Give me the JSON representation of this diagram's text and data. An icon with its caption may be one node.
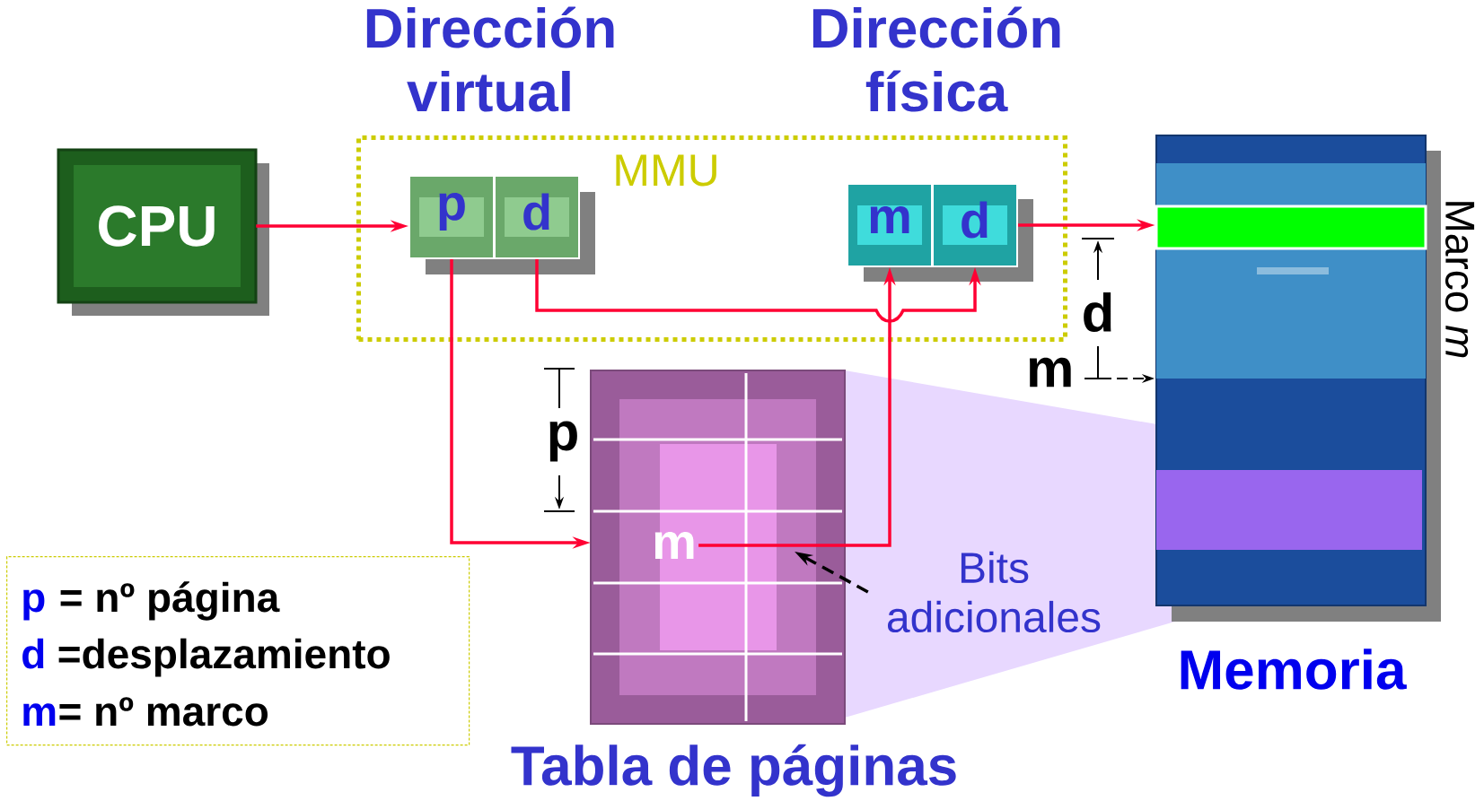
{
  "diagram": {
    "nodes": [
      {
        "text": [
          "CPU"
        ]
      },
      {
        "text": [
          "MMU"
        ]
      },
      {
        "text": [
          "p"
        ],
        "in": 1
      },
      {
        "text": [
          "d"
        ],
        "in": 1
      },
      {
        "text": [
          "m"
        ],
        "in": 1
      },
      {
        "text": [
          "d"
        ],
        "in": 1
      },
      {
        "text": [
          "Tabla de páginas"
        ]
      },
      {
        "text": [
          "m"
        ],
        "in": 6
      },
      {
        "text": [
          "Memoria",
          "Marco *m*"
        ]
      },
      {
        "text": [],
        "shape": "bar",
        "in": 8
      },
      {
        "text": [
          "Bits adicionales"
        ]
      },
      {
        "text": [
          "p",
          "= nº página",
          "d",
          "=desplazamiento",
          "m",
          "= nº marco"
        ]
      }
    ],
    "edges": [
      {
        "from": 0,
        "to": 2,
        "arrow": "to"
      },
      {
        "from": 2,
        "to": 6,
        "arrow": "to"
      },
      {
        "from": 3,
        "to": 5,
        "arrow": "to"
      },
      {
        "from": 7,
        "to": 4,
        "arrow": "to"
      },
      {
        "from": 5,
        "to": 9,
        "arrow": "to"
      },
      {
        "from": 10,
        "to": null,
        "arrow": "to",
        "style": "dashed",
        "color": "#000000"
      }
    ],
    "labels": [
      "Dirección virtual",
      "Dirección física",
      "d",
      "m",
      "p"
    ]
  }
}
